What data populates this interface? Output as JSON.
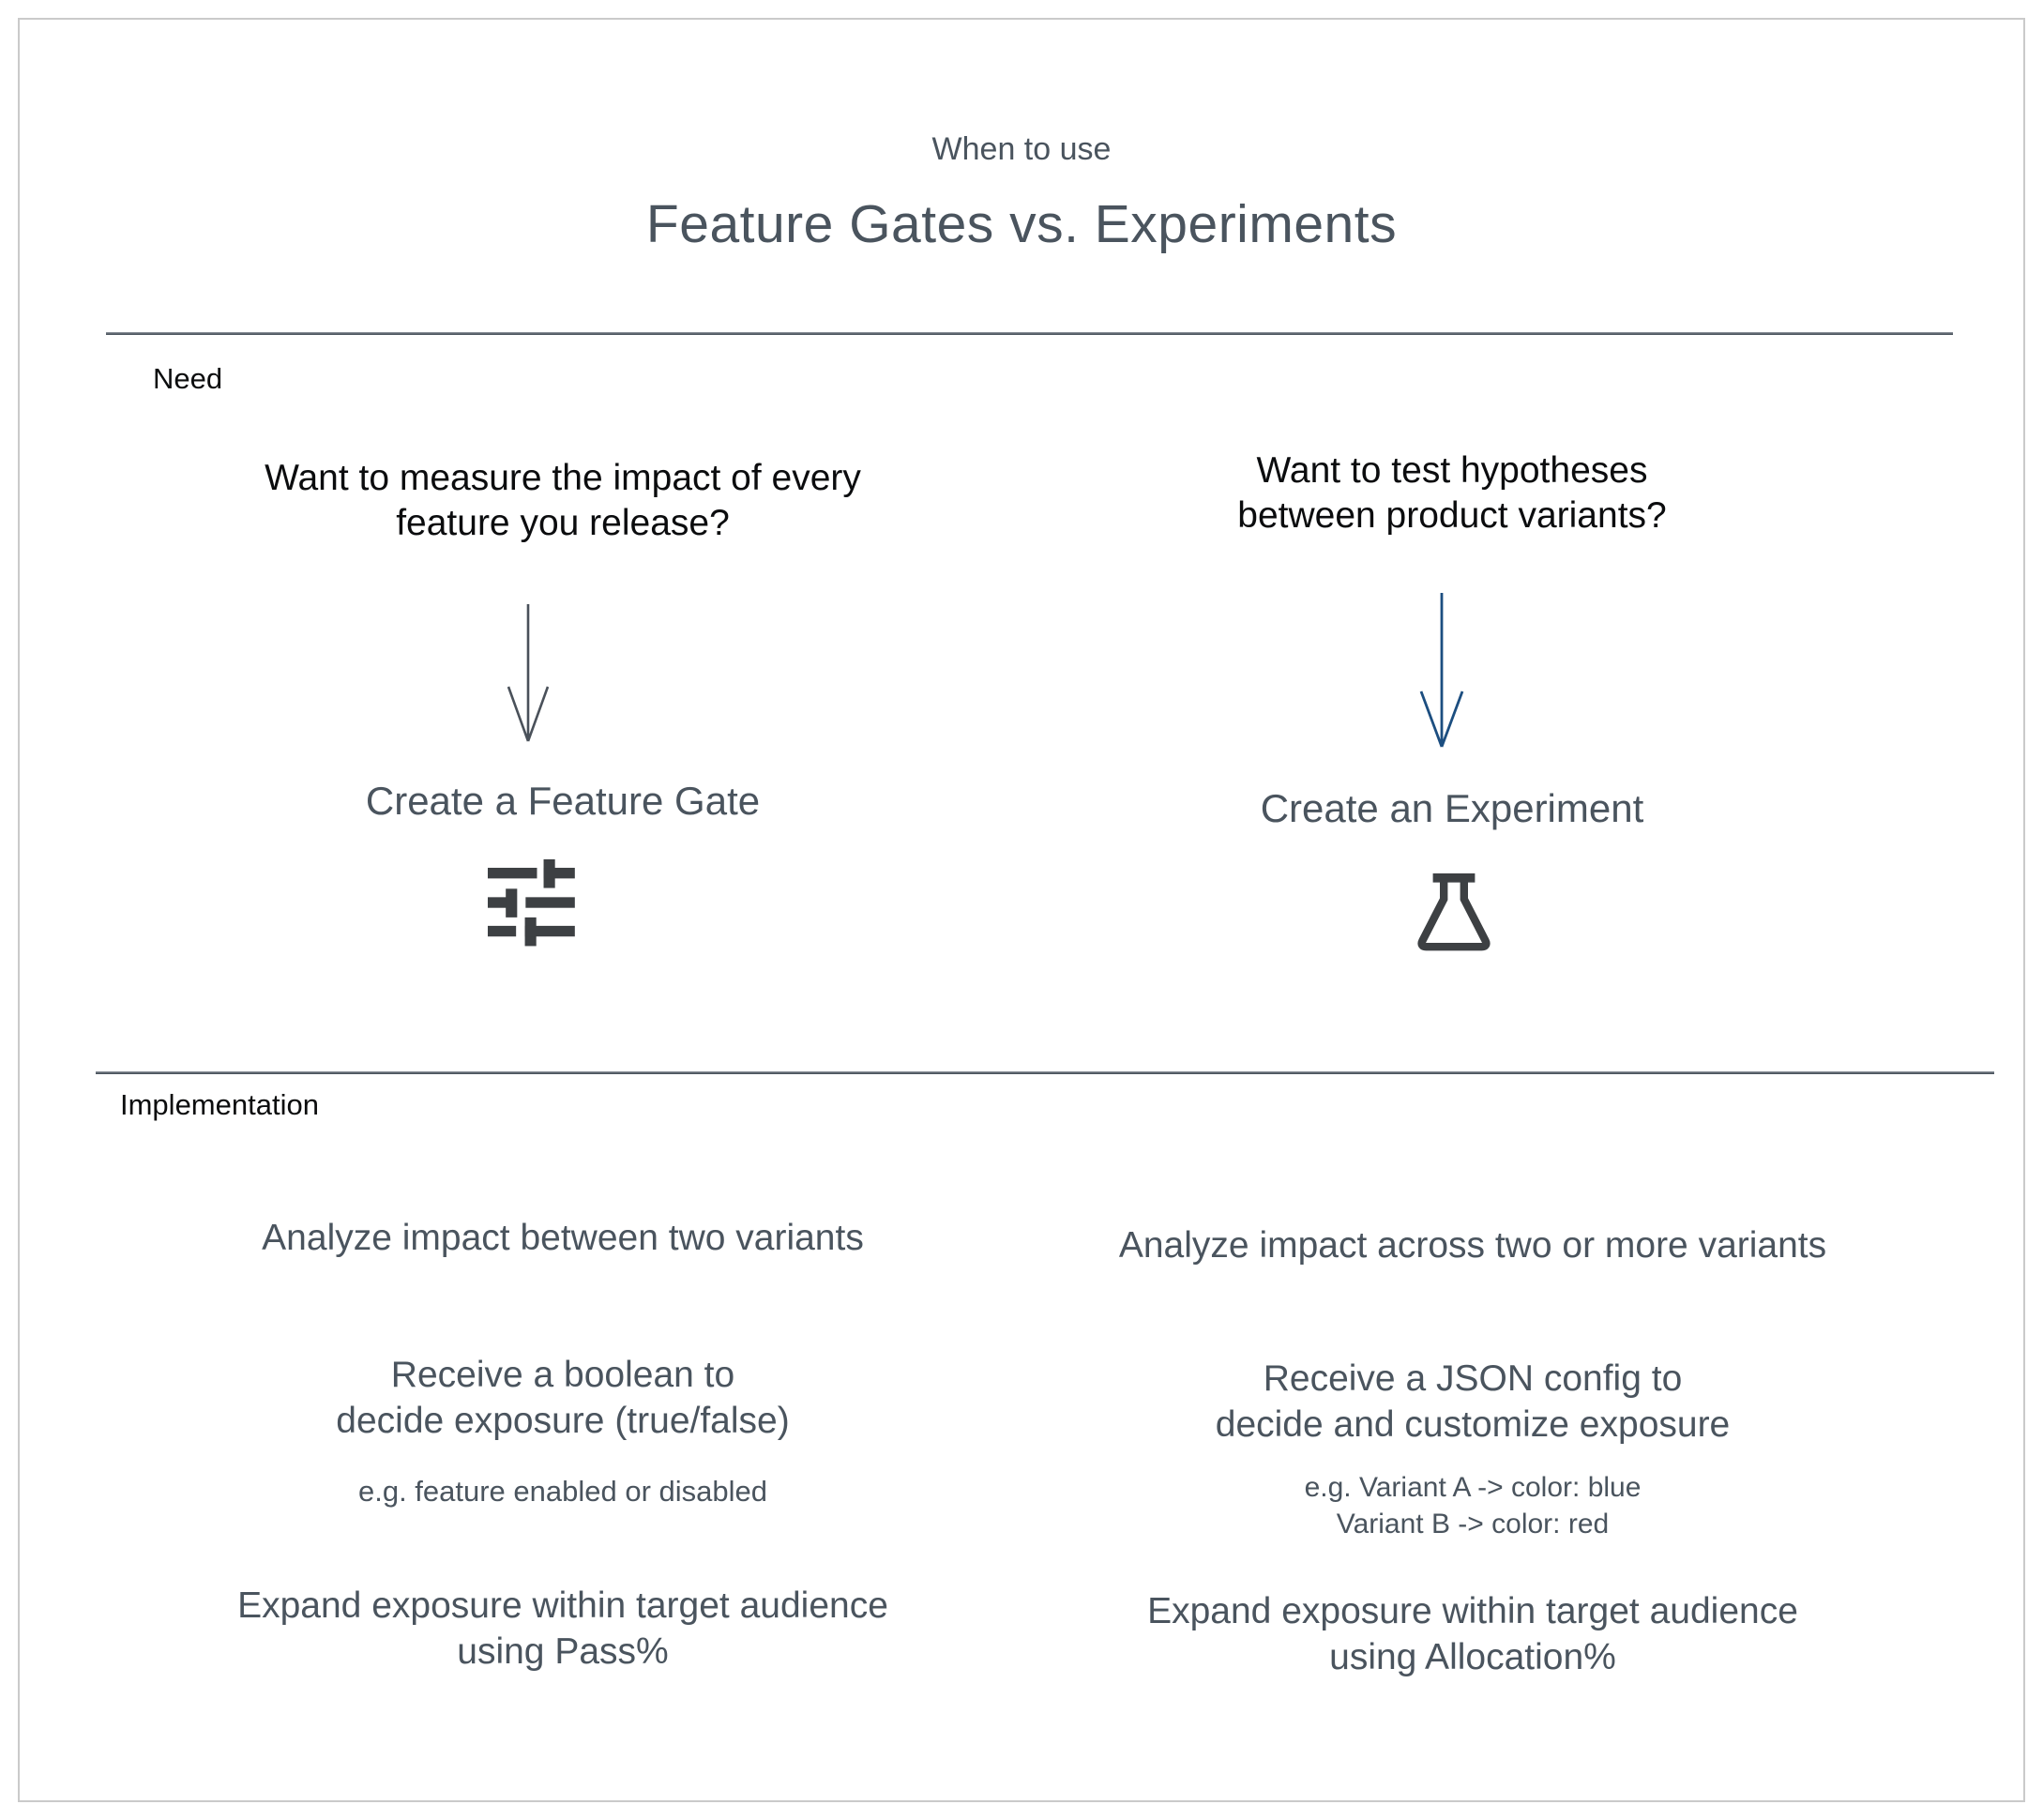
{
  "header": {
    "kicker": "When to use",
    "title": "Feature Gates vs. Experiments"
  },
  "need": {
    "label": "Need",
    "left": {
      "question": [
        "Want to measure the impact of every",
        "feature you release?"
      ],
      "action": "Create a Feature Gate",
      "icon": "sliders-icon"
    },
    "right": {
      "question": [
        "Want to test hypotheses",
        "between product variants?"
      ],
      "action": "Create an Experiment",
      "icon": "flask-icon"
    }
  },
  "implementation": {
    "label": "Implementation",
    "left": [
      {
        "lines": [
          "Analyze impact between two variants"
        ]
      },
      {
        "lines": [
          "Receive a boolean to",
          "decide exposure (true/false)"
        ],
        "sub": [
          "e.g. feature enabled or disabled"
        ]
      },
      {
        "lines": [
          "Expand exposure within target audience",
          "using Pass%"
        ]
      }
    ],
    "right": [
      {
        "lines": [
          "Analyze impact across two or more variants"
        ]
      },
      {
        "lines": [
          "Receive a JSON config to",
          "decide and customize exposure"
        ],
        "sub": [
          "e.g. Variant A -> color: blue",
          "Variant B -> color: red"
        ]
      },
      {
        "lines": [
          "Expand exposure within target audience",
          "using Allocation%"
        ]
      }
    ]
  },
  "colors": {
    "slate_text": "#4A545E",
    "black_text": "#0B0C0E",
    "icon_charcoal": "#3D4043",
    "arrow_gray": "#4A515A",
    "arrow_blue": "#1C4E80",
    "divider": "#4A535D",
    "frame_border": "#CACACA"
  }
}
